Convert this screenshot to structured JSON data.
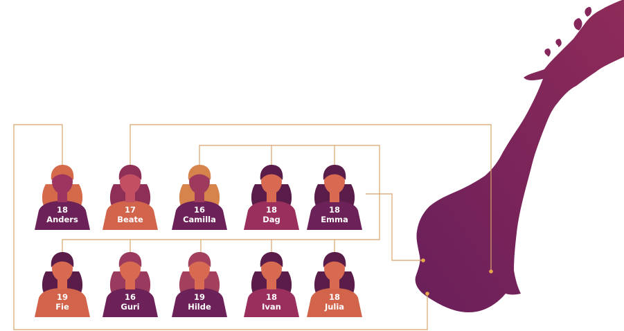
{
  "colors": {
    "map": "#7d2456",
    "line": "#d8a56a",
    "plum": "#6c2158",
    "rose": "#9a2f5e",
    "orange": "#d1644b"
  },
  "people": [
    {
      "id": "anders",
      "age": "18",
      "name": "Anders",
      "shirt": "plum",
      "skin": "#9e3560",
      "hair": "#d46a4a"
    },
    {
      "id": "beate",
      "age": "17",
      "name": "Beate",
      "shirt": "orange",
      "skin": "#c34f62",
      "hair": "#8e2f57"
    },
    {
      "id": "camilla",
      "age": "16",
      "name": "Camilla",
      "shirt": "plum",
      "skin": "#9e3a5e",
      "hair": "#d6834c"
    },
    {
      "id": "dag",
      "age": "18",
      "name": "Dag",
      "shirt": "rose",
      "skin": "#d86a52",
      "hair": "#5a1d4a"
    },
    {
      "id": "emma",
      "age": "18",
      "name": "Emma",
      "shirt": "plum",
      "skin": "#d86a52",
      "hair": "#5a1d4a"
    },
    {
      "id": "fie",
      "age": "19",
      "name": "Fie",
      "shirt": "orange",
      "skin": "#d86a52",
      "hair": "#5a1d4a"
    },
    {
      "id": "guri",
      "age": "16",
      "name": "Guri",
      "shirt": "plum",
      "skin": "#d86a52",
      "hair": "#9a3a5e"
    },
    {
      "id": "hilde",
      "age": "19",
      "name": "Hilde",
      "shirt": "plum",
      "skin": "#d86a52",
      "hair": "#a2405e"
    },
    {
      "id": "ivan",
      "age": "18",
      "name": "Ivan",
      "shirt": "rose",
      "skin": "#d86a52",
      "hair": "#5a1d4a"
    },
    {
      "id": "julia",
      "age": "18",
      "name": "Julia",
      "shirt": "orange",
      "skin": "#d86a52",
      "hair": "#5a1d4a"
    }
  ]
}
